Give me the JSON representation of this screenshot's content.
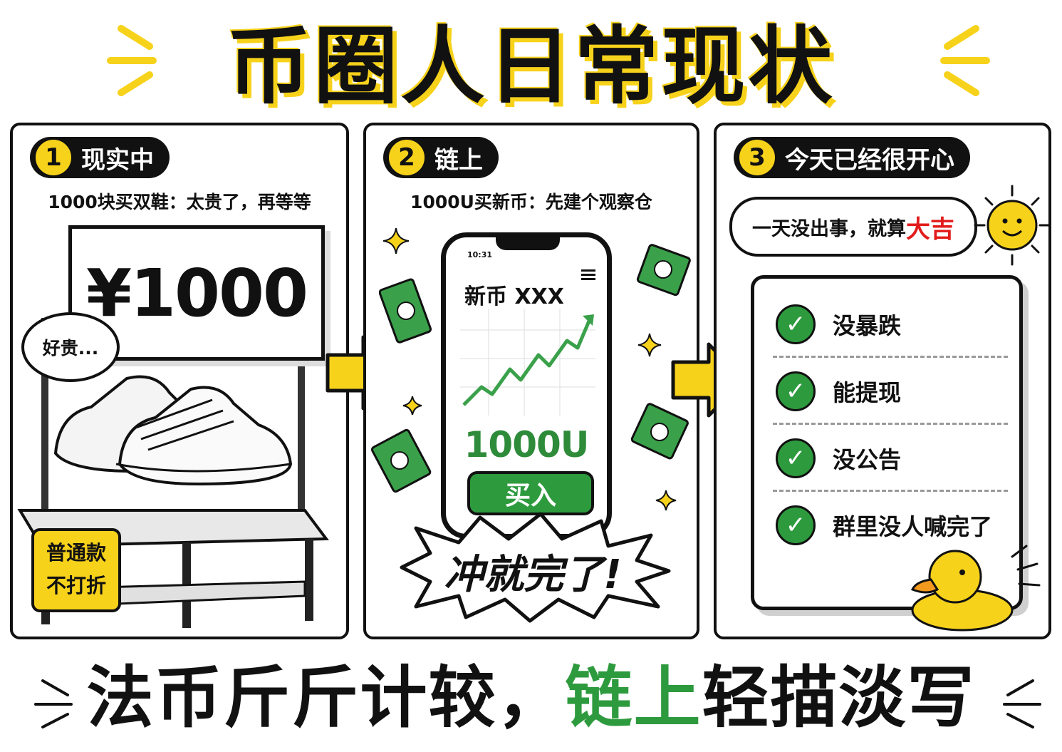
{
  "title": "币圈人日常现状",
  "panels": [
    {
      "number": "1",
      "heading": "现实中",
      "subtitle": "1000块买双鞋：太贵了，再等等",
      "price_sign": "¥1000",
      "speech": "好贵...",
      "tag_line1": "普通款",
      "tag_line2": "不打折"
    },
    {
      "number": "2",
      "heading": "链上",
      "subtitle": "1000U买新币：先建个观察仓",
      "phone_time": "10:31",
      "coin_name": "新币 XXX",
      "amount": "1000U",
      "buy_label": "买入",
      "exclaim": "冲就完了!"
    },
    {
      "number": "3",
      "heading": "今天已经很开心",
      "bubble_prefix": "一天没出事，就算",
      "bubble_highlight": "大吉",
      "checklist": [
        "没暴跌",
        "能提现",
        "没公告",
        "群里没人喊完了"
      ]
    }
  ],
  "bottom_left": "法币斤斤计较，",
  "bottom_highlight": "链上",
  "bottom_right": "轻描淡写",
  "colors": {
    "accent_yellow": "#f7d21b",
    "green": "#2e9a3e",
    "red": "#e21b1b",
    "ink": "#111111"
  },
  "icons": [
    "sparkle-icon",
    "cash-bill-icon",
    "sun-icon",
    "duck-icon",
    "check-icon",
    "arrow-right-icon",
    "sneakers-icon",
    "menu-icon"
  ]
}
